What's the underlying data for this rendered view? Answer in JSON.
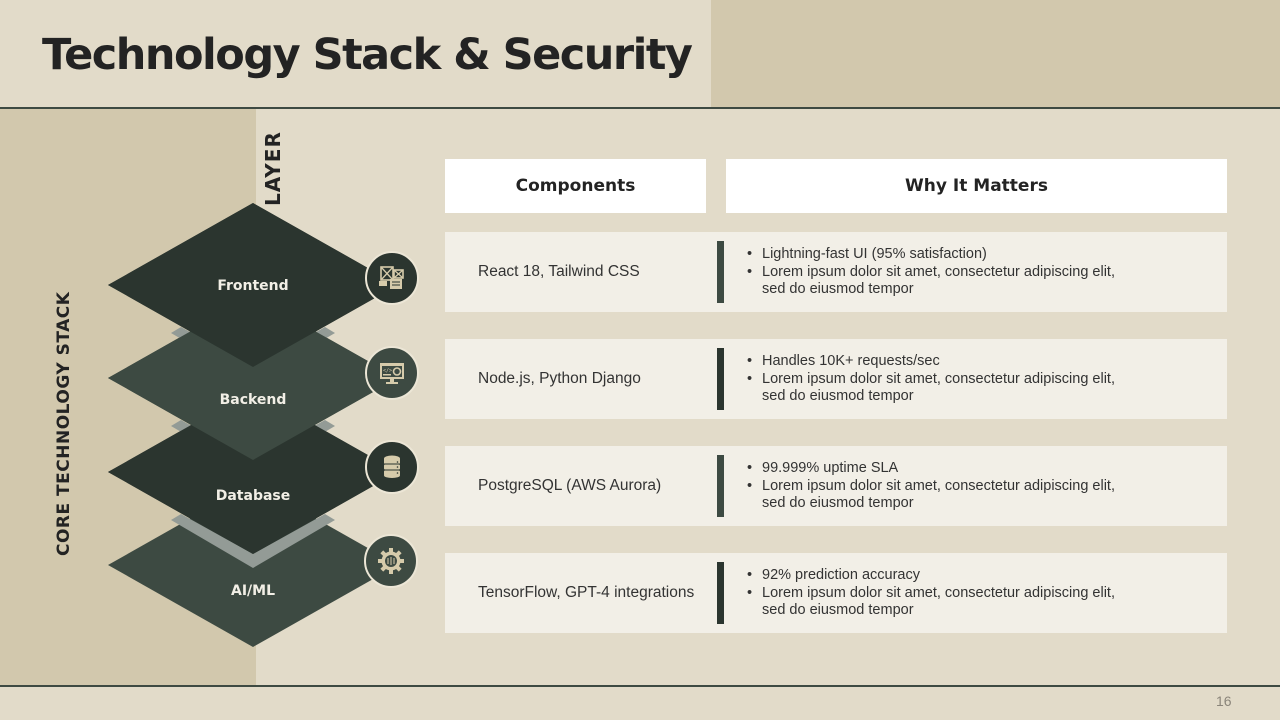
{
  "slide": {
    "title": "Technology Stack & Security",
    "page_number": "16"
  },
  "diagram": {
    "axis_label": "CORE TECHNOLOGY STACK",
    "column_label": "LAYER",
    "layers": [
      {
        "name": "Frontend",
        "icon": "web-layout-icon",
        "color": "#2b352f"
      },
      {
        "name": "Backend",
        "icon": "monitor-code-gear-icon",
        "color": "#3d4a42"
      },
      {
        "name": "Database",
        "icon": "database-icon",
        "color": "#2b352f"
      },
      {
        "name": "AI/ML",
        "icon": "ai-gear-icon",
        "color": "#3d4a42"
      }
    ],
    "chevron_color": "#939b96",
    "icon_fill": "#d6cbab"
  },
  "table": {
    "headers": {
      "components": "Components",
      "why": "Why It Matters"
    },
    "rows": [
      {
        "component": "React 18, Tailwind CSS",
        "accent": "#3d4a42",
        "bullets": [
          "Lightning-fast UI (95% satisfaction)",
          "Lorem ipsum dolor sit amet, consectetur adipiscing elit, sed do eiusmod tempor"
        ]
      },
      {
        "component": "Node.js, Python Django",
        "accent": "#2b352f",
        "bullets": [
          "Handles 10K+ requests/sec",
          "Lorem ipsum dolor sit amet, consectetur adipiscing elit, sed do eiusmod tempor"
        ]
      },
      {
        "component": "PostgreSQL (AWS Aurora)",
        "accent": "#3d4a42",
        "bullets": [
          "99.999% uptime SLA",
          "Lorem ipsum dolor sit amet, consectetur adipiscing elit, sed do eiusmod tempor"
        ]
      },
      {
        "component": "TensorFlow, GPT-4 integrations",
        "accent": "#2b352f",
        "bullets": [
          "92% prediction accuracy",
          "Lorem ipsum dolor sit amet, consectetur adipiscing elit, sed do eiusmod tempor"
        ]
      }
    ]
  }
}
